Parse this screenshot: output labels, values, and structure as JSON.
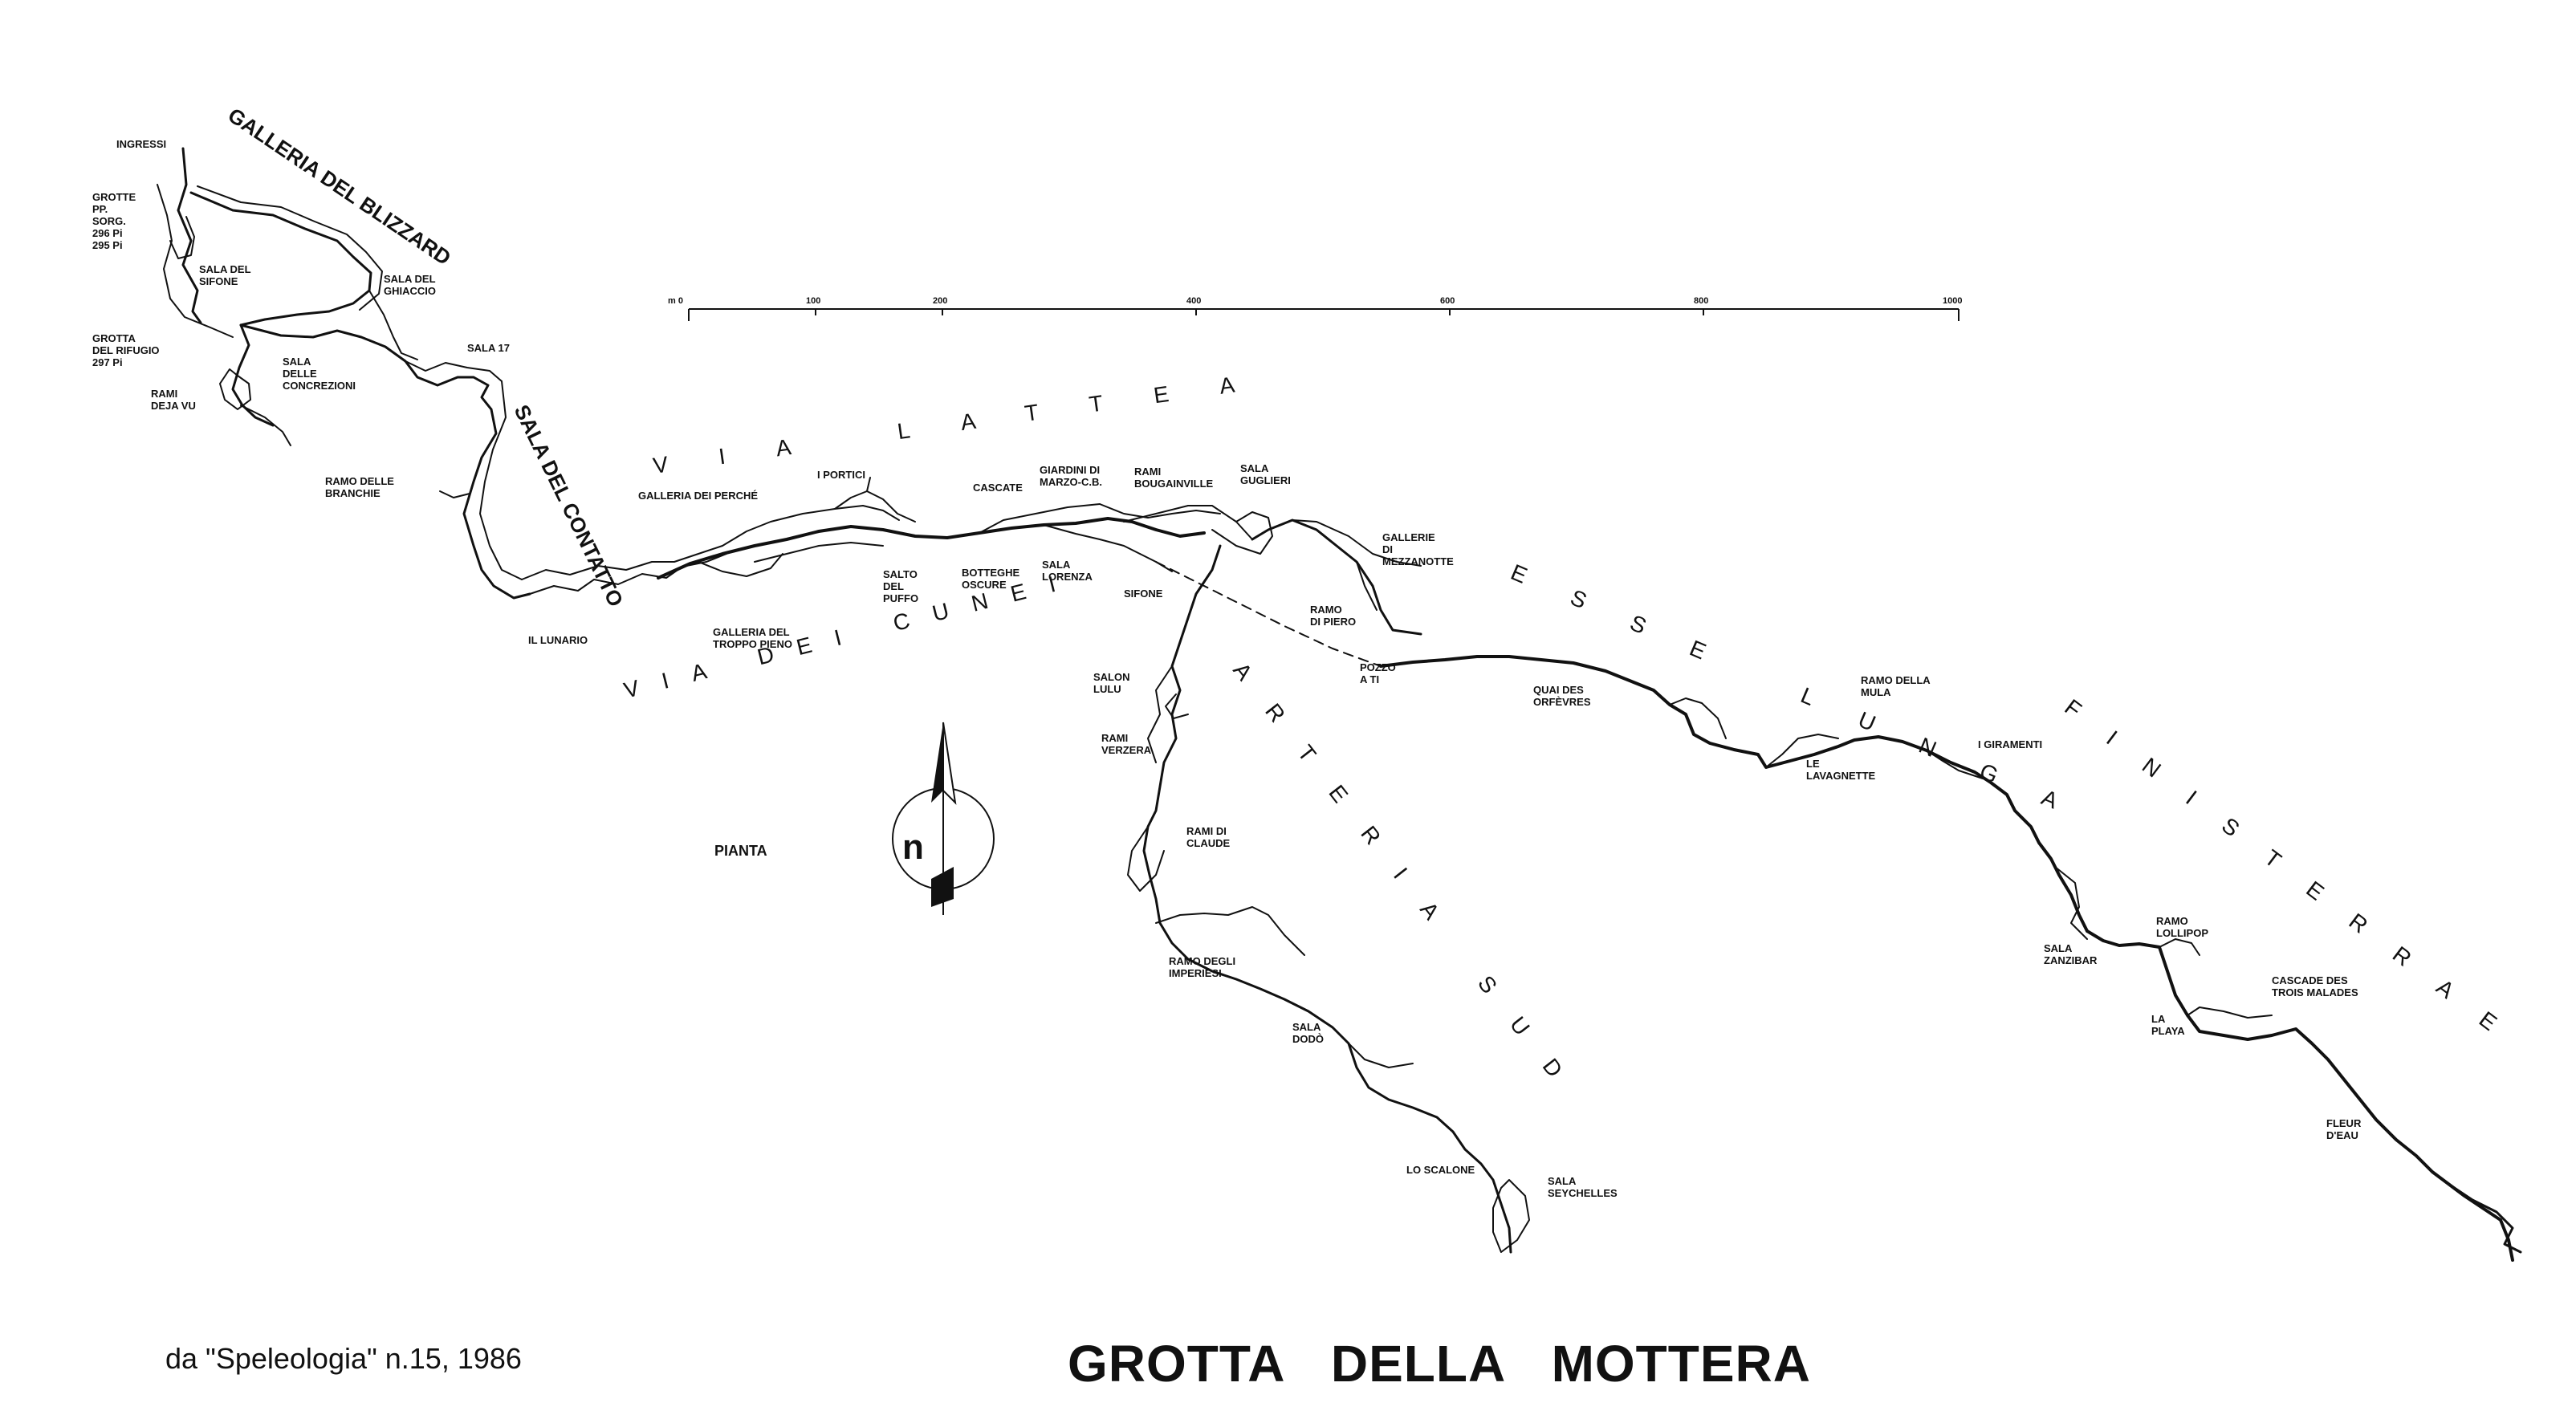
{
  "title": "GROTTA DELLA MOTTERA",
  "caption": "da \"Speleologia\" n.15, 1986",
  "view_label": "PIANTA",
  "scale_bar": {
    "unit_label": "m 0",
    "ticks": [
      "100",
      "200",
      "400",
      "600",
      "800",
      "1000"
    ]
  },
  "north_symbol": "n",
  "branch_labels": {
    "galleria_blizzard": "GALLERIA DEL BLIZZARD",
    "sala_contatto": "SALA DEL CONTATTO",
    "via_lattea": "VIA LATTEA",
    "via_cunei": "VIA DEI CUNEI",
    "esse_lunga": "ESSE LUNGA",
    "finisterrae": "FINISTERRAE",
    "arteria_sud": "ARTERIA SUD"
  },
  "place_labels": [
    {
      "id": "ingressi",
      "lines": [
        "INGRESSI"
      ]
    },
    {
      "id": "grotte",
      "lines": [
        "GROTTE",
        "PP.",
        "SORG.",
        "296 Pi",
        "295 Pi"
      ]
    },
    {
      "id": "sala-sifone",
      "lines": [
        "SALA DEL",
        "SIFONE"
      ]
    },
    {
      "id": "sala-ghiaccio",
      "lines": [
        "SALA DEL",
        "GHIACCIO"
      ]
    },
    {
      "id": "grotta-rifugio",
      "lines": [
        "GROTTA",
        "DEL RIFUGIO",
        "297 Pi"
      ]
    },
    {
      "id": "sala-concrezioni",
      "lines": [
        "SALA",
        "DELLE",
        "CONCREZIONI"
      ]
    },
    {
      "id": "rami-deja-vu",
      "lines": [
        "RAMI",
        "DEJA VU"
      ]
    },
    {
      "id": "sala-17",
      "lines": [
        "SALA 17"
      ]
    },
    {
      "id": "ramo-branchie",
      "lines": [
        "RAMO DELLE",
        "BRANCHIE"
      ]
    },
    {
      "id": "il-lunario",
      "lines": [
        "IL LUNARIO"
      ]
    },
    {
      "id": "galleria-troppo-pieno",
      "lines": [
        "GALLERIA DEL",
        "TROPPO PIENO"
      ]
    },
    {
      "id": "galleria-perche",
      "lines": [
        "GALLERIA DEI PERCHÉ"
      ]
    },
    {
      "id": "i-portici",
      "lines": [
        "I PORTICI"
      ]
    },
    {
      "id": "salto-puffo",
      "lines": [
        "SALTO",
        "DEL",
        "PUFFO"
      ]
    },
    {
      "id": "botteghe-oscure",
      "lines": [
        "BOTTEGHE",
        "OSCURE"
      ]
    },
    {
      "id": "cascate",
      "lines": [
        "CASCATE"
      ]
    },
    {
      "id": "giardini",
      "lines": [
        "GIARDINI DI",
        "MARZO-C.B."
      ]
    },
    {
      "id": "rami-bougainville",
      "lines": [
        "RAMI",
        "BOUGAINVILLE"
      ]
    },
    {
      "id": "sala-guglieri",
      "lines": [
        "SALA",
        "GUGLIERI"
      ]
    },
    {
      "id": "sala-lorenza",
      "lines": [
        "SALA",
        "LORENZA"
      ]
    },
    {
      "id": "sifone",
      "lines": [
        "SIFONE"
      ]
    },
    {
      "id": "gallerie-mezzanotte",
      "lines": [
        "GALLERIE",
        "DI",
        "MEZZANOTTE"
      ]
    },
    {
      "id": "ramo-piero",
      "lines": [
        "RAMO",
        "DI PIERO"
      ]
    },
    {
      "id": "pozzo-a-ti",
      "lines": [
        "POZZO",
        "A TI"
      ]
    },
    {
      "id": "quai-orfevres",
      "lines": [
        "QUAI DES",
        "ORFÈVRES"
      ]
    },
    {
      "id": "salon-lulu",
      "lines": [
        "SALON",
        "LULU"
      ]
    },
    {
      "id": "rami-verzera",
      "lines": [
        "RAMI",
        "VERZERA"
      ]
    },
    {
      "id": "rami-claude",
      "lines": [
        "RAMI DI",
        "CLAUDE"
      ]
    },
    {
      "id": "ramo-imperiesi",
      "lines": [
        "RAMO DEGLI",
        "IMPERIESI"
      ]
    },
    {
      "id": "sala-dodo",
      "lines": [
        "SALA",
        "DODÒ"
      ]
    },
    {
      "id": "lo-scalone",
      "lines": [
        "LO SCALONE"
      ]
    },
    {
      "id": "sala-seychelles",
      "lines": [
        "SALA",
        "SEYCHELLES"
      ]
    },
    {
      "id": "ramo-mula",
      "lines": [
        "RAMO DELLA",
        "MULA"
      ]
    },
    {
      "id": "le-lavagnette",
      "lines": [
        "LE",
        "LAVAGNETTE"
      ]
    },
    {
      "id": "i-giramenti",
      "lines": [
        "I GIRAMENTI"
      ]
    },
    {
      "id": "sala-zanzibar",
      "lines": [
        "SALA",
        "ZANZIBAR"
      ]
    },
    {
      "id": "ramo-lollipop",
      "lines": [
        "RAMO",
        "LOLLIPOP"
      ]
    },
    {
      "id": "la-playa",
      "lines": [
        "LA",
        "PLAYA"
      ]
    },
    {
      "id": "cascade-trois",
      "lines": [
        "CASCADE DES",
        "TROIS MALADES"
      ]
    },
    {
      "id": "fleur-eau",
      "lines": [
        "FLEUR",
        "D'EAU"
      ]
    }
  ]
}
